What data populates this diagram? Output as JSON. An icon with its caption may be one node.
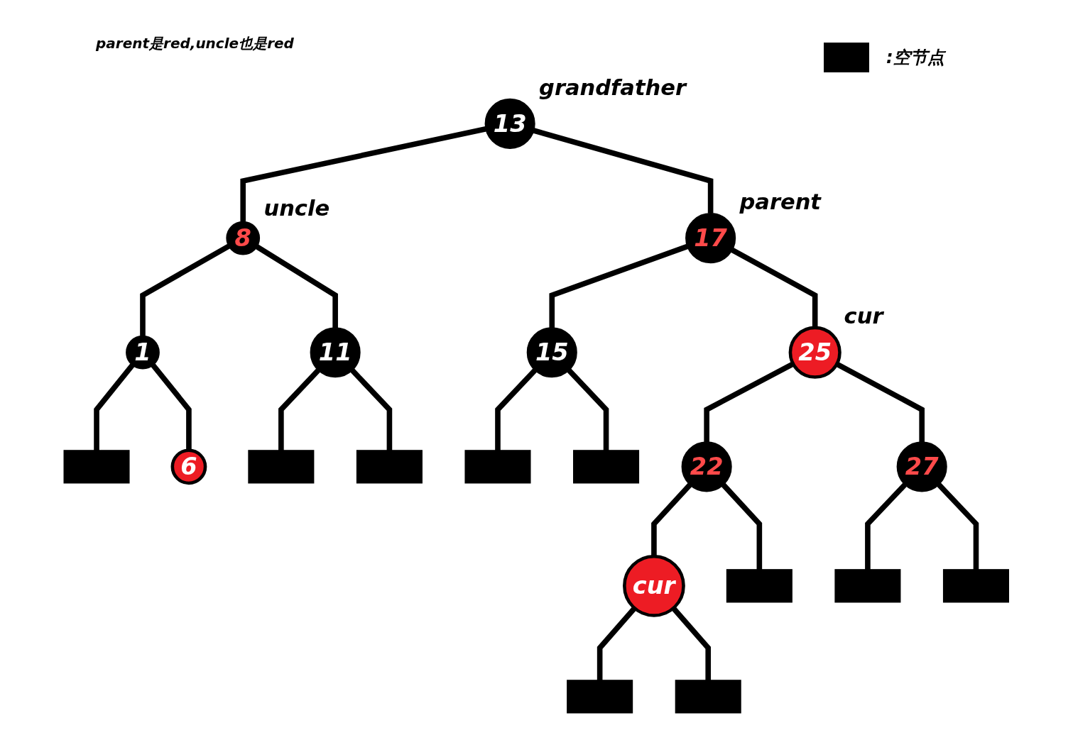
{
  "diagram": {
    "nodes": [
      {
        "text": [
          "13"
        ],
        "beside": [
          "grandfather"
        ]
      },
      {
        "text": [
          "8"
        ],
        "beside": [
          "uncle"
        ]
      },
      {
        "text": [
          "17"
        ],
        "beside": [
          "parent"
        ]
      },
      {
        "text": [
          "1"
        ]
      },
      {
        "text": [
          "11"
        ]
      },
      {
        "text": [
          "15"
        ]
      },
      {
        "text": [
          "25"
        ],
        "beside": [
          "cur"
        ]
      },
      {
        "text": [],
        "shape": "box"
      },
      {
        "text": [
          "6"
        ]
      },
      {
        "text": [],
        "shape": "box"
      },
      {
        "text": [],
        "shape": "box"
      },
      {
        "text": [],
        "shape": "box"
      },
      {
        "text": [],
        "shape": "box"
      },
      {
        "text": [
          "22"
        ]
      },
      {
        "text": [
          "27"
        ]
      },
      {
        "text": [
          "cur"
        ]
      },
      {
        "text": [],
        "shape": "box"
      },
      {
        "text": [],
        "shape": "box"
      },
      {
        "text": [],
        "shape": "box"
      },
      {
        "text": [],
        "shape": "box"
      },
      {
        "text": [],
        "shape": "box"
      }
    ],
    "edges": [
      {
        "from": 0,
        "to": 1,
        "arrow": "none"
      },
      {
        "from": 0,
        "to": 2,
        "arrow": "none"
      },
      {
        "from": 1,
        "to": 3,
        "arrow": "none"
      },
      {
        "from": 1,
        "to": 4,
        "arrow": "none"
      },
      {
        "from": 2,
        "to": 5,
        "arrow": "none"
      },
      {
        "from": 2,
        "to": 6,
        "arrow": "none"
      },
      {
        "from": 3,
        "to": 7,
        "arrow": "none"
      },
      {
        "from": 3,
        "to": 8,
        "arrow": "none"
      },
      {
        "from": 4,
        "to": 9,
        "arrow": "none"
      },
      {
        "from": 4,
        "to": 10,
        "arrow": "none"
      },
      {
        "from": 5,
        "to": 11,
        "arrow": "none"
      },
      {
        "from": 5,
        "to": 12,
        "arrow": "none"
      },
      {
        "from": 6,
        "to": 13,
        "arrow": "none"
      },
      {
        "from": 6,
        "to": 14,
        "arrow": "none"
      },
      {
        "from": 13,
        "to": 15,
        "arrow": "none"
      },
      {
        "from": 13,
        "to": 16,
        "arrow": "none"
      },
      {
        "from": 14,
        "to": 17,
        "arrow": "none"
      },
      {
        "from": 14,
        "to": 18,
        "arrow": "none"
      },
      {
        "from": 15,
        "to": 19,
        "arrow": "none"
      },
      {
        "from": 15,
        "to": 20,
        "arrow": "none"
      }
    ],
    "labels": [
      "parent是red,uncle也是red"
    ],
    "legend": [
      {
        "text": ":空节点",
        "color": "#000000"
      }
    ]
  }
}
